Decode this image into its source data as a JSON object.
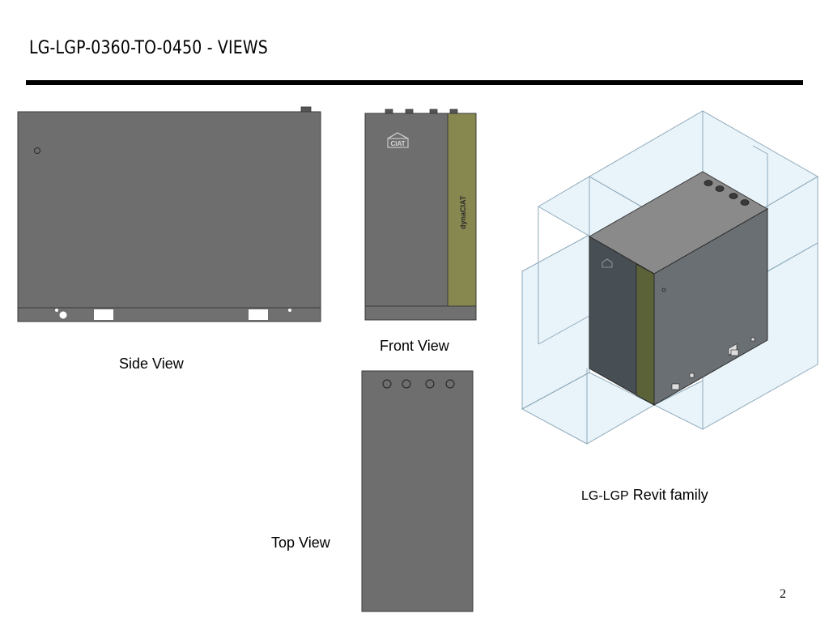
{
  "slide": {
    "title": "LG-LGP-0360-TO-0450 - VIEWS",
    "page_number": "2"
  },
  "views": {
    "side_label": "Side View",
    "front_label": "Front View",
    "top_label": "Top View",
    "revit_prefix": "LG-LGP",
    "revit_suffix": " Revit family"
  },
  "product_marks": {
    "logo_text": "CIAT",
    "side_panel_text": "dynaCIAT"
  },
  "colors": {
    "cabinet_gray": "#6e6e6e",
    "front_panel_green": "#878750",
    "clearance_box_blue": "#cfe6f3",
    "rule": "#000000"
  }
}
